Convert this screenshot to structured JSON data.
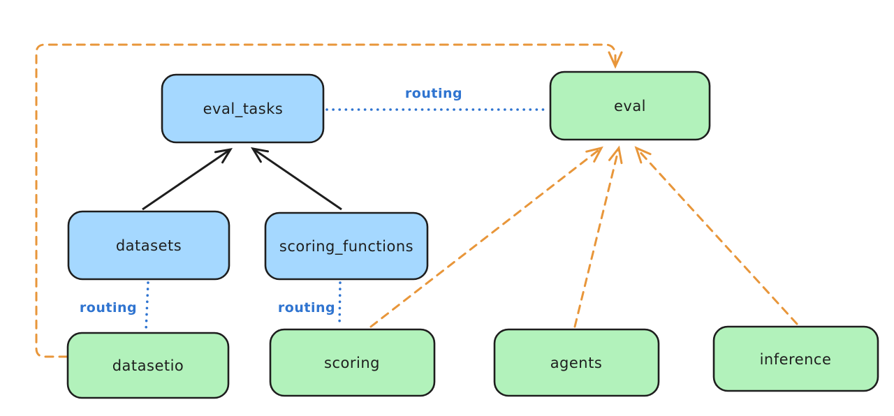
{
  "diagram": {
    "nodes": {
      "eval_tasks": {
        "label": "eval_tasks",
        "category": "resource"
      },
      "eval": {
        "label": "eval",
        "category": "provider-api"
      },
      "datasets": {
        "label": "datasets",
        "category": "resource"
      },
      "scoring_functions": {
        "label": "scoring_functions",
        "category": "resource"
      },
      "datasetio": {
        "label": "datasetio",
        "category": "provider-api"
      },
      "scoring": {
        "label": "scoring",
        "category": "provider-api"
      },
      "agents": {
        "label": "agents",
        "category": "provider-api"
      },
      "inference": {
        "label": "inference",
        "category": "provider-api"
      }
    },
    "edge_labels": {
      "routing": "routing"
    },
    "edges": [
      {
        "from": "datasets",
        "to": "eval_tasks",
        "style": "solid-black-arrow"
      },
      {
        "from": "scoring_functions",
        "to": "eval_tasks",
        "style": "solid-black-arrow"
      },
      {
        "from": "eval_tasks",
        "to": "eval",
        "style": "dotted-blue",
        "label": "routing"
      },
      {
        "from": "datasets",
        "to": "datasetio",
        "style": "dotted-blue",
        "label": "routing"
      },
      {
        "from": "scoring_functions",
        "to": "scoring",
        "style": "dotted-blue",
        "label": "routing"
      },
      {
        "from": "datasetio",
        "to": "eval",
        "style": "dashed-orange-arrow",
        "path": "elbow-left-top"
      },
      {
        "from": "scoring",
        "to": "eval",
        "style": "dashed-orange-arrow"
      },
      {
        "from": "agents",
        "to": "eval",
        "style": "dashed-orange-arrow"
      },
      {
        "from": "inference",
        "to": "eval",
        "style": "dashed-orange-arrow"
      }
    ]
  },
  "colors": {
    "background": "#ffffff",
    "node_stroke": "#1e1e1e",
    "node_text": "#1e1e1e",
    "resource_fill": "#a5d8ff",
    "provider_fill": "#b2f2bb",
    "routing_blue": "#2f74d0",
    "dependency_black": "#1e1e1e",
    "provider_orange": "#e8963a"
  }
}
